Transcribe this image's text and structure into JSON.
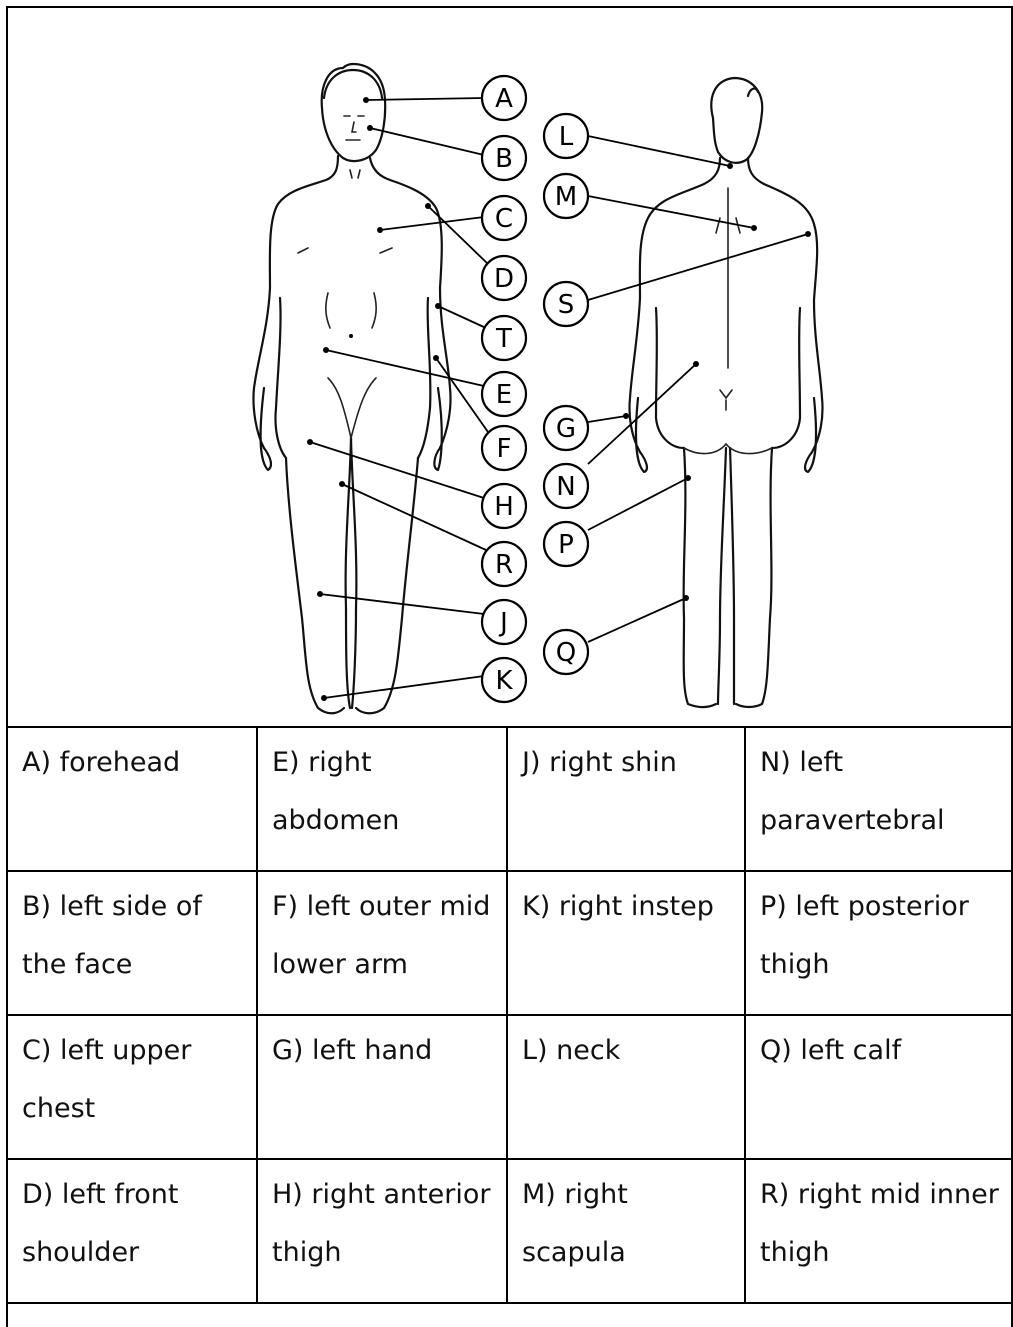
{
  "labels": [
    "A",
    "B",
    "C",
    "D",
    "T",
    "E",
    "F",
    "H",
    "R",
    "J",
    "K",
    "L",
    "M",
    "S",
    "G",
    "N",
    "P",
    "Q"
  ],
  "legend": {
    "rows": [
      [
        "A) forehead",
        "E) right abdomen",
        "J) right shin",
        "N) left paravertebral"
      ],
      [
        "B) left side of the face",
        "F) left outer mid lower arm",
        "K) right instep",
        "P) left posterior thigh"
      ],
      [
        "C) left upper chest",
        "G) left hand",
        "L) neck",
        "Q) left calf"
      ],
      [
        "D) left front shoulder",
        "H) right anterior thigh",
        "M) right scapula",
        "R) right mid inner thigh"
      ]
    ]
  }
}
